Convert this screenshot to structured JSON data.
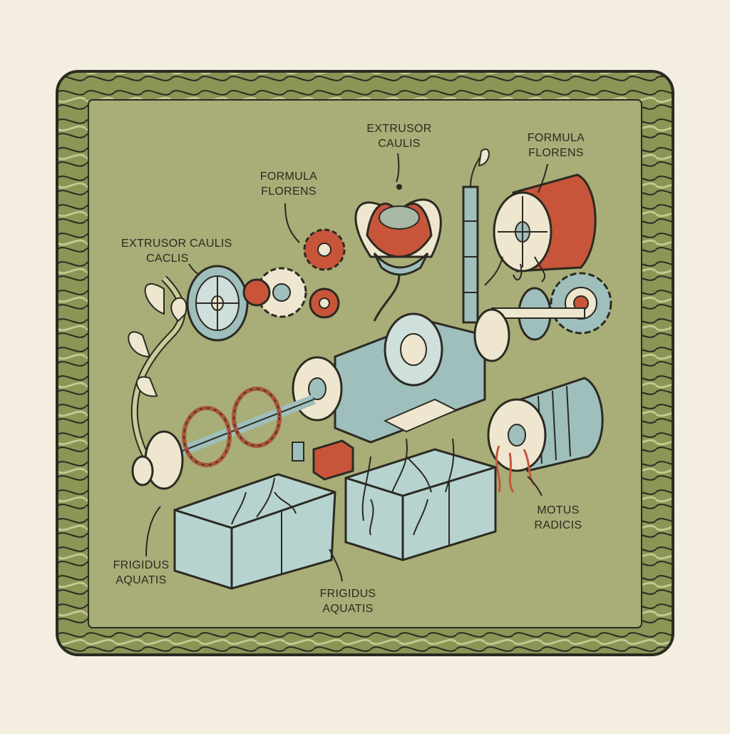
{
  "labels": {
    "extrusor_caulis_top": {
      "line1": "EXTRUSOR",
      "line2": "CAULIS"
    },
    "formula_florens_mid": {
      "line1": "FORMULA",
      "line2": "FLORENS"
    },
    "formula_florens_right": {
      "line1": "FORMULA",
      "line2": "FLORENS"
    },
    "extrusor_caulis_left": {
      "line1": "EXTRUSOR CAULIS",
      "line2": "CACLIS"
    },
    "frigidus_aquatis_left": {
      "line1": "FRIGIDUS",
      "line2": "AQUATIS"
    },
    "frigidus_aquatis_center": {
      "line1": "FRIGIDUS",
      "line2": "AQUATIS"
    },
    "motus_radicis": {
      "line1": "MOTUS",
      "line2": "RADICIS"
    }
  },
  "colors": {
    "page": "#f3eedf",
    "panel": "#a9ad77",
    "vine": "#7f8b4e",
    "ink": "#2b2a22",
    "steel": "#9fbfbc",
    "rust": "#c8553a",
    "cream": "#efe6cf",
    "water": "#b7d3d0"
  },
  "icons": [
    "vine-border",
    "gear-icon",
    "flower-icon",
    "motor-icon",
    "water-tank-icon",
    "root-icon",
    "leaf-icon"
  ]
}
